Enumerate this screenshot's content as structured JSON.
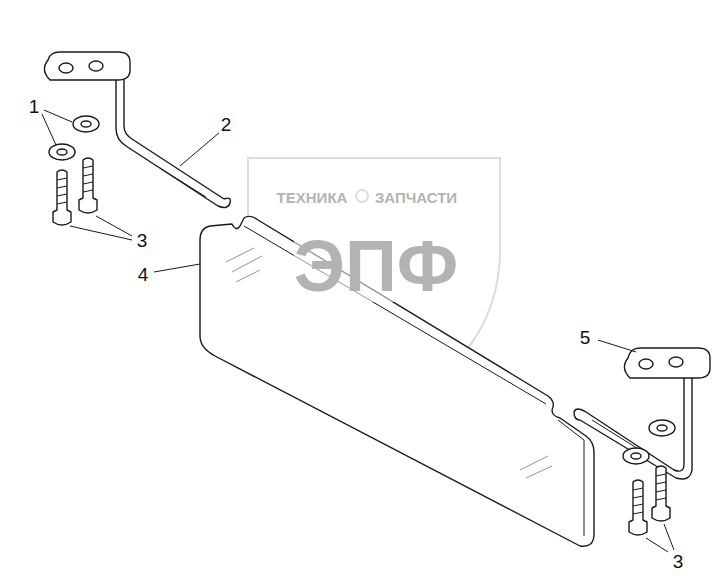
{
  "diagram": {
    "labels": [
      "1",
      "2",
      "3",
      "4",
      "5",
      "3",
      "ТЕХНИКА",
      "ЗАПЧАСТИ",
      "ЭПФ"
    ]
  }
}
